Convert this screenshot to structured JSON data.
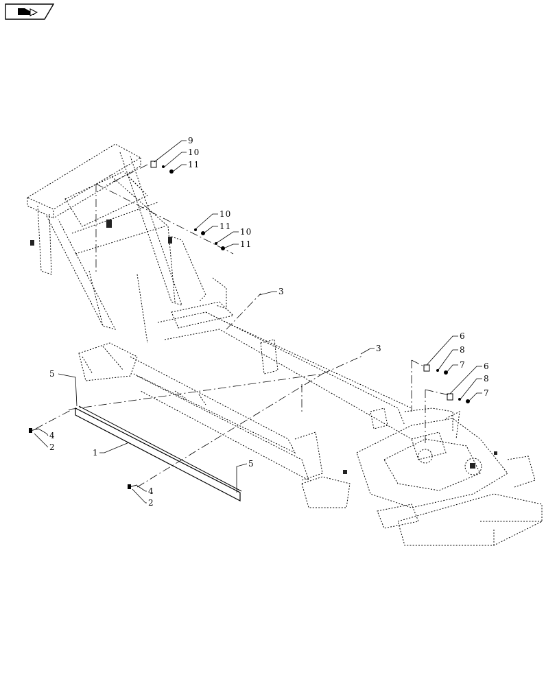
{
  "navigation": {
    "icon": "return-arrow-icon"
  },
  "callouts": {
    "c1": "1",
    "c2a": "2",
    "c2b": "2",
    "c3a": "3",
    "c3b": "3",
    "c4a": "4",
    "c4b": "4",
    "c5a": "5",
    "c5b": "5",
    "c6a": "6",
    "c6b": "6",
    "c7a": "7",
    "c7b": "7",
    "c8a": "8",
    "c8b": "8",
    "c9": "9",
    "c10a": "10",
    "c10b": "10",
    "c10c": "10",
    "c11a": "11",
    "c11b": "11",
    "c11c": "11"
  }
}
